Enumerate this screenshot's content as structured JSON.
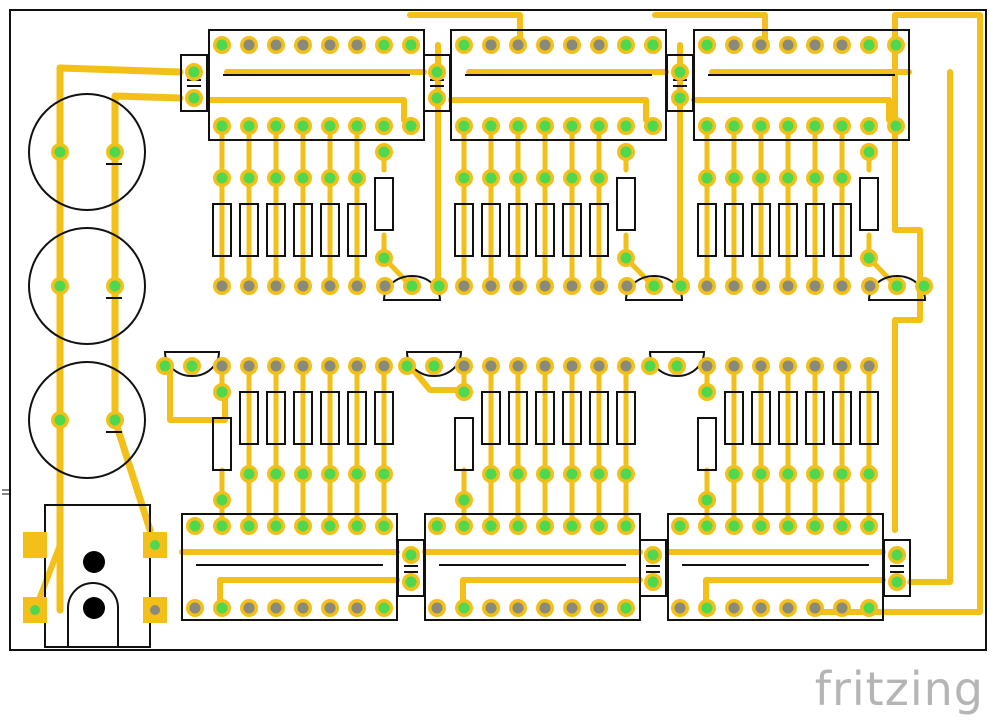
{
  "app": {
    "watermark": "fritzing"
  },
  "colors": {
    "trace": "#f2c018",
    "pad_ring": "#f2c018",
    "pad_connected": "#4fd84f",
    "pad_unconnected": "#8a8a7a",
    "outline": "#111111",
    "board_bg": "#ffffff",
    "watermark": "#b5b5b5"
  },
  "board": {
    "ic_chips": 6,
    "resistors": 42,
    "transistors": 6,
    "capacitors": 6,
    "round_components": 3,
    "dc_jack": 1
  }
}
